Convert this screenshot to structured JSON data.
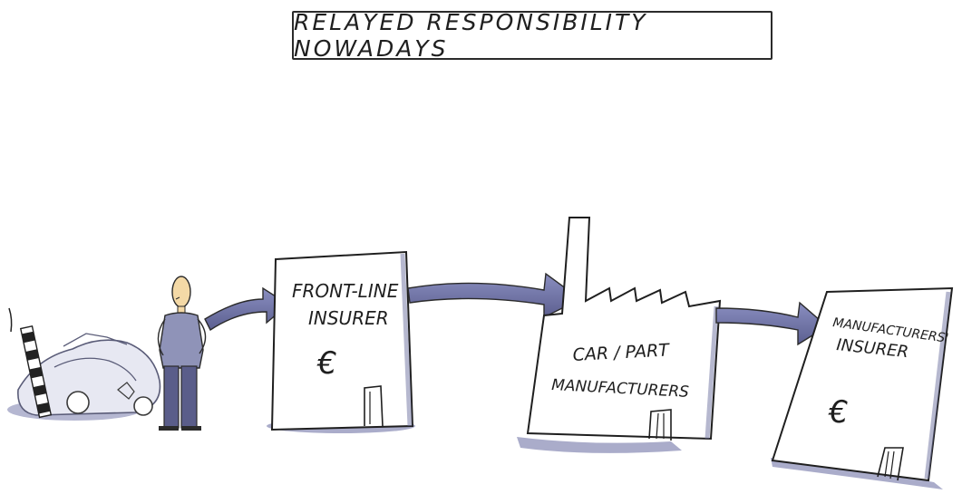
{
  "title": "RELAYED RESPONSIBILITY NOWADAYS",
  "stages": [
    {
      "id": "driver",
      "label": ""
    },
    {
      "id": "front-line-insurer",
      "label_lines": [
        "FRONT-LINE",
        "INSURER"
      ],
      "symbol": "€"
    },
    {
      "id": "car-part-manufacturers",
      "label_lines": [
        "CAR / PART",
        "MANUFACTURERS"
      ]
    },
    {
      "id": "manufacturers-insurer",
      "label_lines": [
        "MANUFACTURERS'",
        "INSURER"
      ],
      "symbol": "€"
    }
  ],
  "colors": {
    "ink": "#1f1f1f",
    "arrow_fill": "#6f73a0",
    "shadow": "#8d90b8",
    "person_shirt": "#8f93b8",
    "skin": "#f4d9a6"
  }
}
